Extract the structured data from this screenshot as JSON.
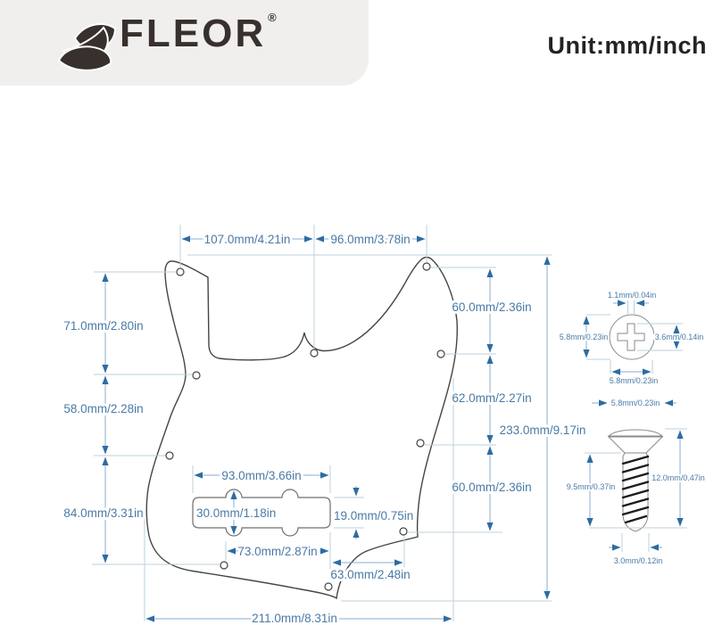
{
  "header": {
    "brand": "FLEOR",
    "registered": "®",
    "unit_label": "Unit:mm/inch"
  },
  "pickguard_dims": {
    "top_left_span": "107.0mm/4.21in",
    "top_right_span": "96.0mm/3.78in",
    "left_upper": "71.0mm/2.80in",
    "left_middle": "58.0mm/2.28in",
    "left_lower": "84.0mm/3.31in",
    "right_upper": "60.0mm/2.36in",
    "right_middle": "62.0mm/2.27in",
    "right_lower": "60.0mm/2.36in",
    "overall_height": "233.0mm/9.17in",
    "overall_width": "211.0mm/8.31in"
  },
  "pickup_dims": {
    "width": "93.0mm/3.66in",
    "height_with_ears": "30.0mm/1.18in",
    "slot_height": "19.0mm/0.75in",
    "hole_span": "73.0mm/2.87in",
    "lower_span": "63.0mm/2.48in"
  },
  "screw_head_dims": {
    "slot_width": "1.1mm/0.04in",
    "head_height": "5.8mm/0.23in",
    "cross_size": "3.6mm/0.14in",
    "head_width": "5.8mm/0.23in"
  },
  "screw_side_dims": {
    "head_width": "5.8mm/0.23in",
    "thread_length": "9.5mm/0.37in",
    "total_length": "12.0mm/0.47in",
    "shank_diameter": "3.0mm/0.12in"
  },
  "colors": {
    "dim_text": "#4a7aa6",
    "dim_arrow": "#2d6ca3",
    "dim_line": "#88add1",
    "ext_line": "#bdd0de",
    "outline": "#454545",
    "screw_outline": "#8a8a8a",
    "brand": "#38302c",
    "card_bg": "#f0efee"
  }
}
